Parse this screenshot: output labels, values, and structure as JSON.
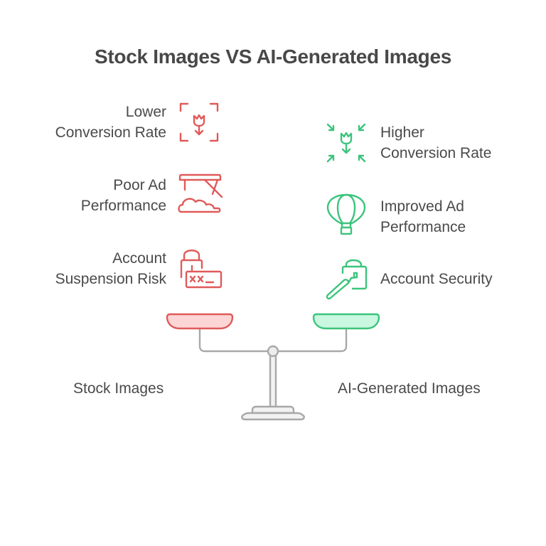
{
  "title": "Stock Images VS AI-Generated Images",
  "colors": {
    "negative": "#e05a5a",
    "negative_fill": "#fdd5d5",
    "positive": "#3cc47c",
    "positive_fill": "#c9f7df",
    "scale": "#a8a8a8",
    "scale_fill": "#f2f2f2",
    "text": "#4a4a4a"
  },
  "left": {
    "caption": "Stock Images",
    "items": [
      {
        "line1": "Lower",
        "line2": "Conversion Rate",
        "icon": "framed-flower-icon"
      },
      {
        "line1": "Poor Ad",
        "line2": "Performance",
        "icon": "broken-billboard-cloud-icon"
      },
      {
        "line1": "Account",
        "line2": "Suspension Risk",
        "icon": "lock-password-error-icon"
      }
    ]
  },
  "right": {
    "caption": "AI-Generated Images",
    "items": [
      {
        "line1": "Higher",
        "line2": "Conversion Rate",
        "icon": "focus-flower-icon"
      },
      {
        "line1": "Improved Ad",
        "line2": "Performance",
        "icon": "hot-air-balloon-icon"
      },
      {
        "line1": "Account Security",
        "line2": "",
        "icon": "lock-key-icon"
      }
    ]
  }
}
